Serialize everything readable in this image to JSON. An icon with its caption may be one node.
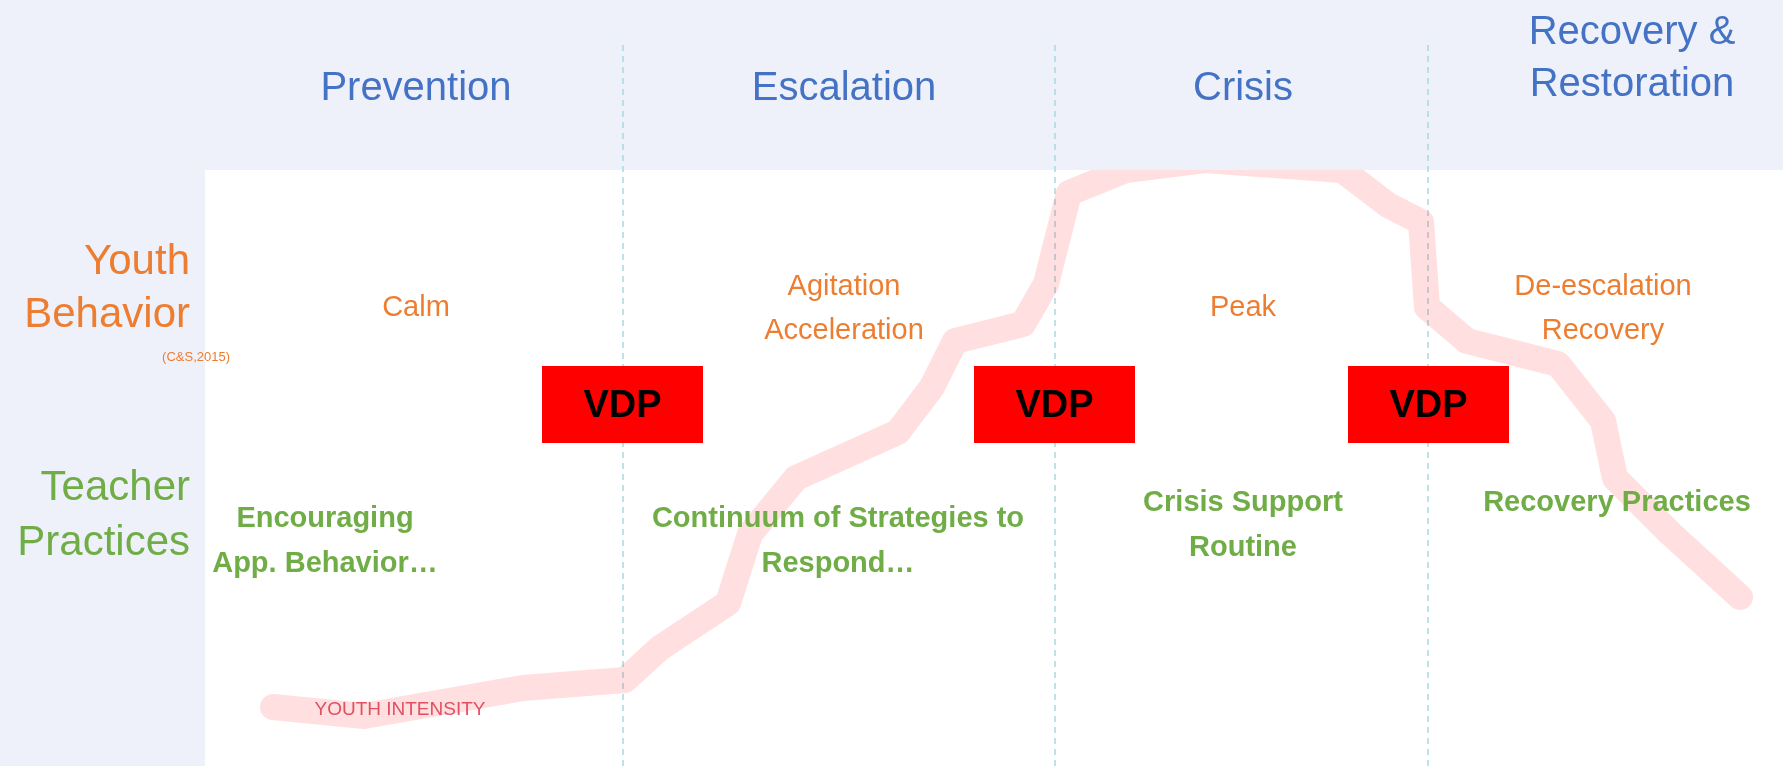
{
  "diagram": {
    "nodes": [
      {
        "text": [
          "VDP"
        ]
      },
      {
        "text": [
          "VDP"
        ]
      },
      {
        "text": [
          "VDP"
        ]
      }
    ],
    "labels": [
      "Prevention",
      "Escalation",
      "Crisis",
      "Recovery & Restoration",
      "Youth Behavior",
      "(C&S,2015)",
      "Calm",
      "Agitation Acceleration",
      "Peak",
      "De-escalation Recovery",
      "Teacher Practices",
      "Encouraging App. Behavior…",
      "Continuum of Strategies to Respond…",
      "Crisis Support Routine",
      "Recovery Practices",
      "YOUTH INTENSITY"
    ]
  }
}
